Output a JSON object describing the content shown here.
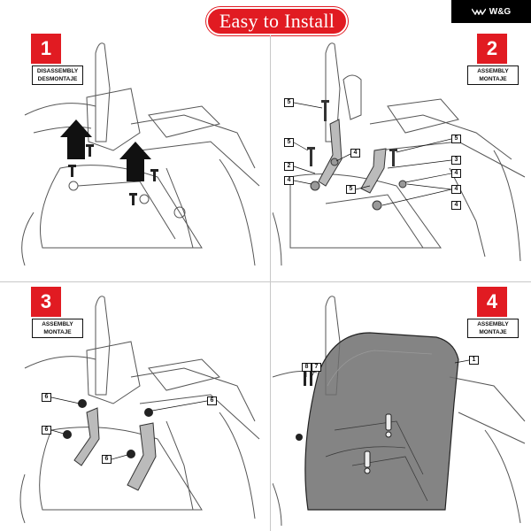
{
  "header": {
    "title": "Easy to Install",
    "brand": "W&G"
  },
  "steps": [
    {
      "number": "1",
      "tag_en": "DISASSEMBLY",
      "tag_es": "DESMONTAJE"
    },
    {
      "number": "2",
      "tag_en": "ASSEMBLY",
      "tag_es": "MONTAJE"
    },
    {
      "number": "3",
      "tag_en": "ASSEMBLY",
      "tag_es": "MONTAJE"
    },
    {
      "number": "4",
      "tag_en": "ASSEMBLY",
      "tag_es": "MONTAJE"
    }
  ],
  "callouts": {
    "step2": [
      "5",
      "5",
      "4",
      "2",
      "4",
      "5",
      "5",
      "3",
      "4",
      "4",
      "4"
    ],
    "step3": [
      "6",
      "6",
      "6",
      "6"
    ],
    "step4": [
      "8",
      "7",
      "1"
    ]
  },
  "colors": {
    "accent": "#e11b22",
    "ink": "#111111",
    "line": "#444444"
  }
}
